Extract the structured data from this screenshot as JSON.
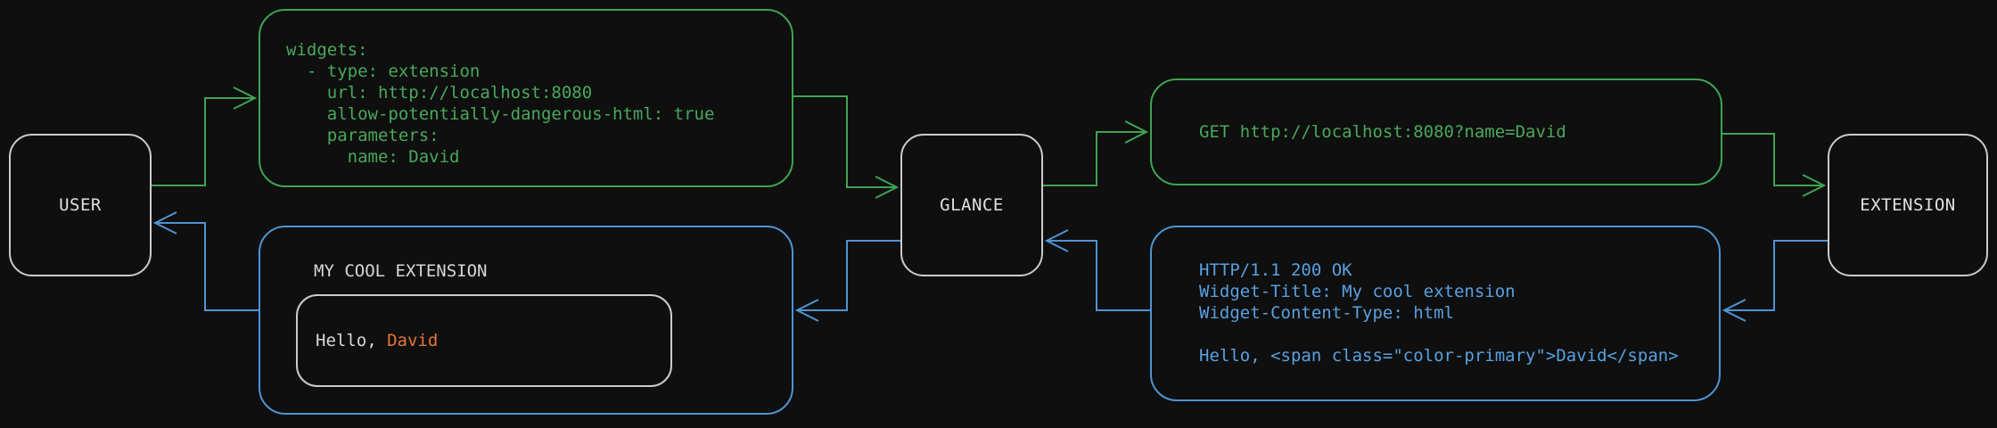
{
  "diagram": {
    "background": "#0e0f0e",
    "colors": {
      "request_green": "#3fa353",
      "response_blue": "#5094d4",
      "node_border_gray": "#cbcbcb",
      "text_light": "#e0e0e0",
      "highlight_orange": "#e5743c"
    },
    "nodes": {
      "user": {
        "label": "USER"
      },
      "glance": {
        "label": "GLANCE"
      },
      "extension": {
        "label": "EXTENSION"
      }
    },
    "config_box": {
      "lines": [
        "widgets:",
        "  - type: extension",
        "    url: http://localhost:8080",
        "    allow-potentially-dangerous-html: true",
        "    parameters:",
        "      name: David"
      ]
    },
    "request_box": {
      "text": "GET http://localhost:8080?name=David"
    },
    "response_box": {
      "lines": [
        "HTTP/1.1 200 OK",
        "Widget-Title: My cool extension",
        "Widget-Content-Type: html",
        "",
        "Hello, <span class=\"color-primary\">David</span>"
      ]
    },
    "widget_box": {
      "title": "MY COOL EXTENSION",
      "greeting_prefix": "Hello, ",
      "greeting_name": "David"
    }
  }
}
